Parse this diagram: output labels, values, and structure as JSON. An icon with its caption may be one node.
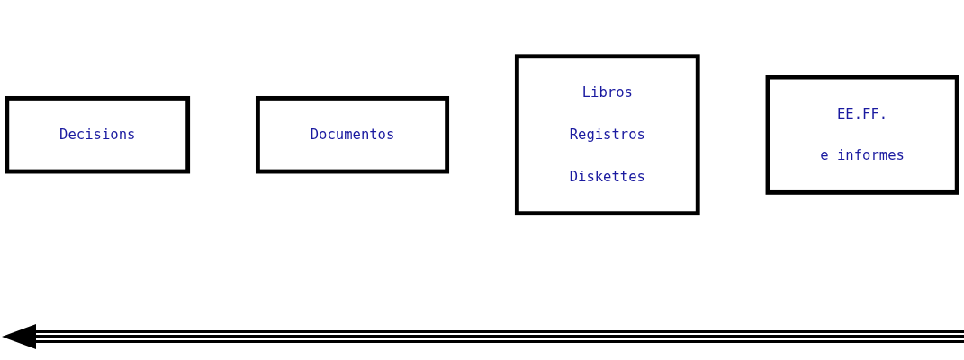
{
  "diagram": {
    "nodes": [
      {
        "text": [
          "Decisions"
        ]
      },
      {
        "text": [
          "Documentos"
        ]
      },
      {
        "text": [
          "Libros",
          "Registros",
          "Diskettes"
        ]
      },
      {
        "text": [
          "EE.FF.",
          "e informes"
        ]
      }
    ],
    "edges": []
  }
}
